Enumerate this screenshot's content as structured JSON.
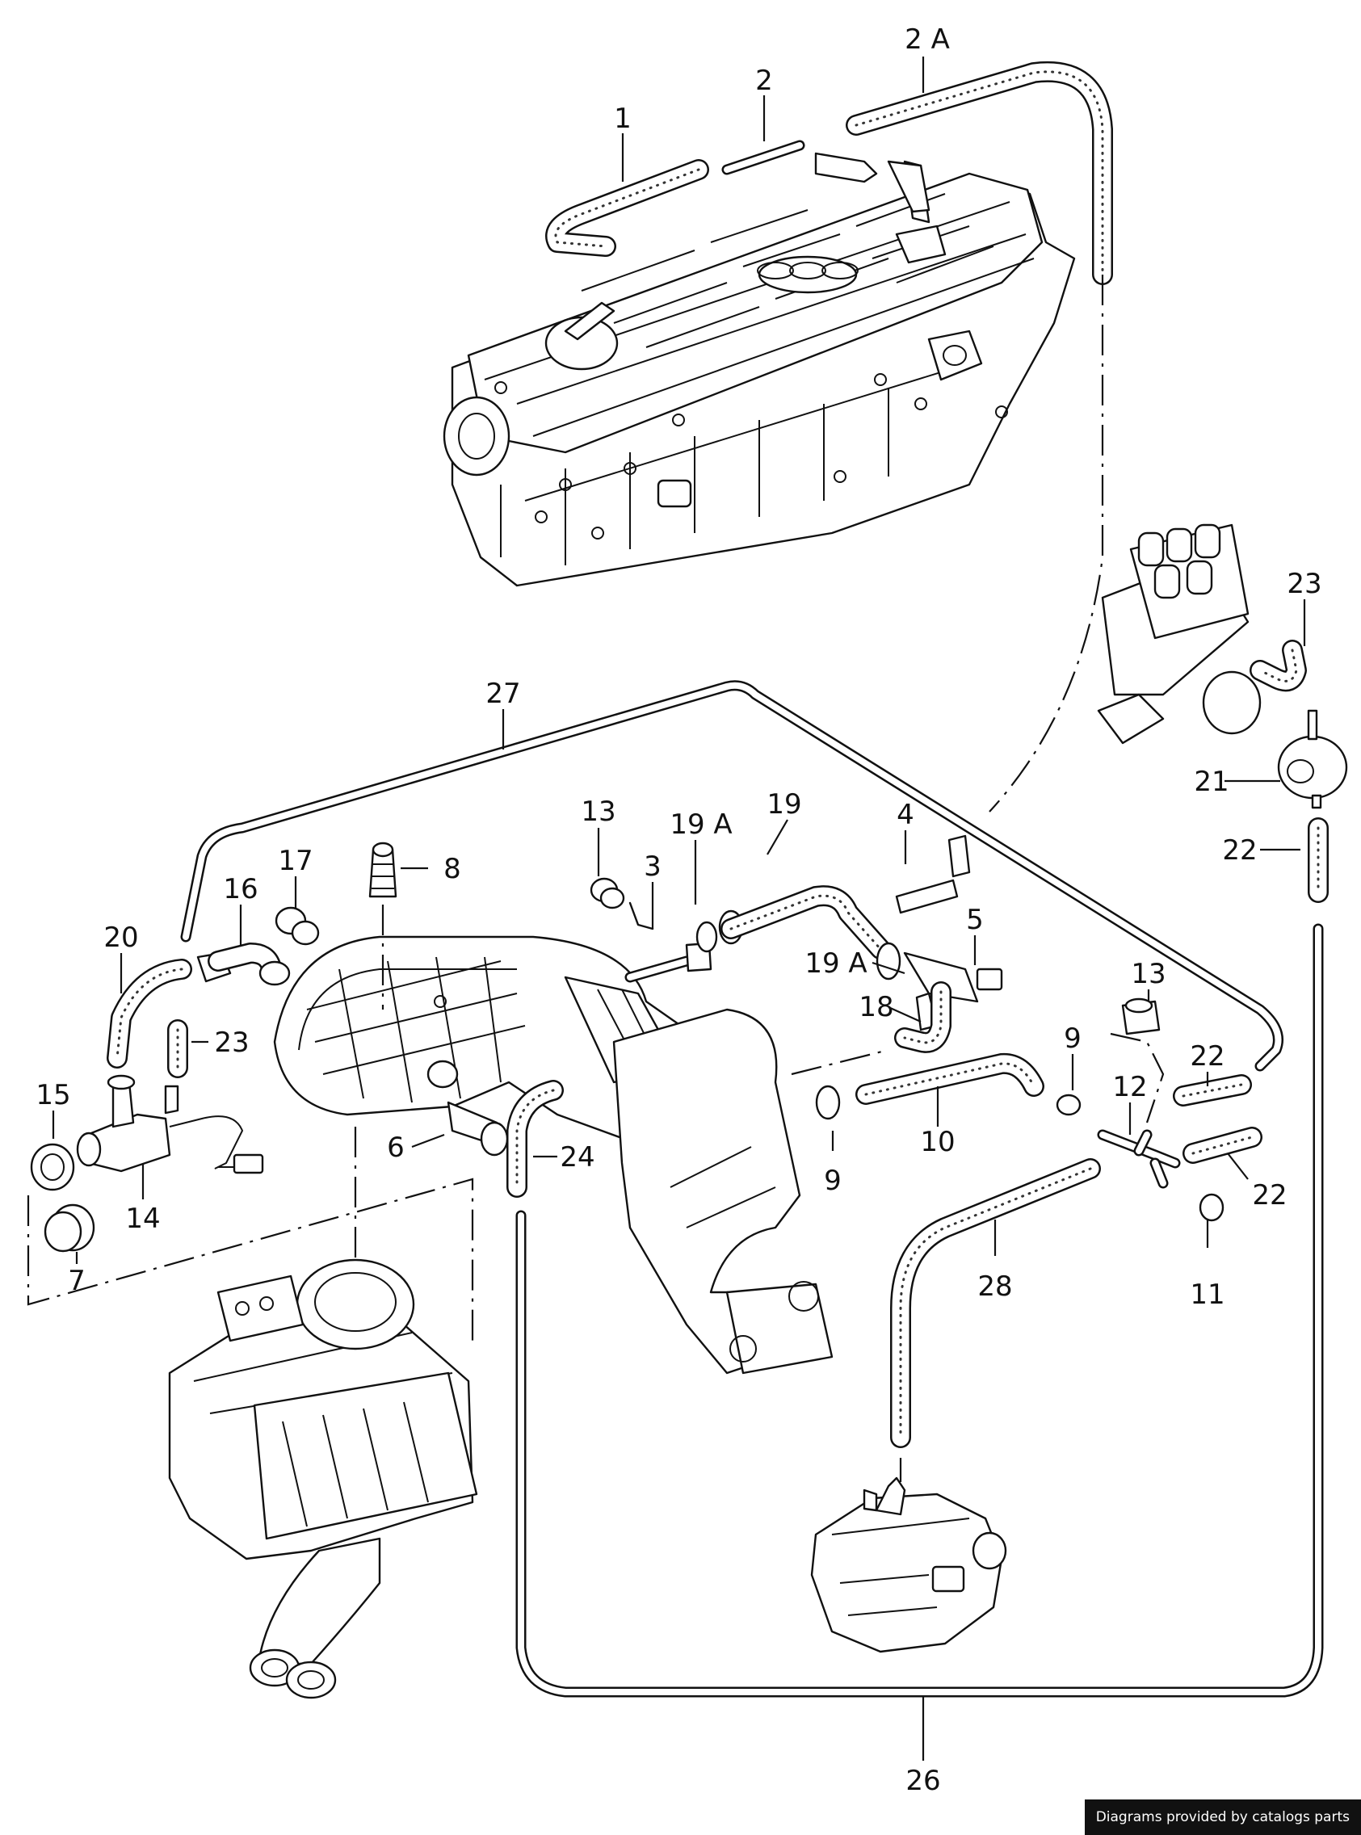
{
  "diagram": {
    "credit": "Diagrams provided by catalogs parts",
    "callouts": [
      {
        "id": "1",
        "label": "1"
      },
      {
        "id": "2",
        "label": "2"
      },
      {
        "id": "2A",
        "label": "2 A"
      },
      {
        "id": "23a",
        "label": "23"
      },
      {
        "id": "27",
        "label": "27"
      },
      {
        "id": "21",
        "label": "21"
      },
      {
        "id": "22a",
        "label": "22"
      },
      {
        "id": "13a",
        "label": "13"
      },
      {
        "id": "19A-top",
        "label": "19 A"
      },
      {
        "id": "19",
        "label": "19"
      },
      {
        "id": "4",
        "label": "4"
      },
      {
        "id": "3",
        "label": "3"
      },
      {
        "id": "17",
        "label": "17"
      },
      {
        "id": "8",
        "label": "8"
      },
      {
        "id": "16",
        "label": "16"
      },
      {
        "id": "20",
        "label": "20"
      },
      {
        "id": "5",
        "label": "5"
      },
      {
        "id": "19A-bottom",
        "label": "19 A"
      },
      {
        "id": "18",
        "label": "18"
      },
      {
        "id": "23b",
        "label": "23"
      },
      {
        "id": "13b",
        "label": "13"
      },
      {
        "id": "9a",
        "label": "9"
      },
      {
        "id": "22b",
        "label": "22"
      },
      {
        "id": "15",
        "label": "15"
      },
      {
        "id": "12",
        "label": "12"
      },
      {
        "id": "10",
        "label": "10"
      },
      {
        "id": "6",
        "label": "6"
      },
      {
        "id": "24",
        "label": "24"
      },
      {
        "id": "9b",
        "label": "9"
      },
      {
        "id": "22c",
        "label": "22"
      },
      {
        "id": "14",
        "label": "14"
      },
      {
        "id": "7",
        "label": "7"
      },
      {
        "id": "28",
        "label": "28"
      },
      {
        "id": "11",
        "label": "11"
      },
      {
        "id": "26",
        "label": "26"
      }
    ]
  }
}
